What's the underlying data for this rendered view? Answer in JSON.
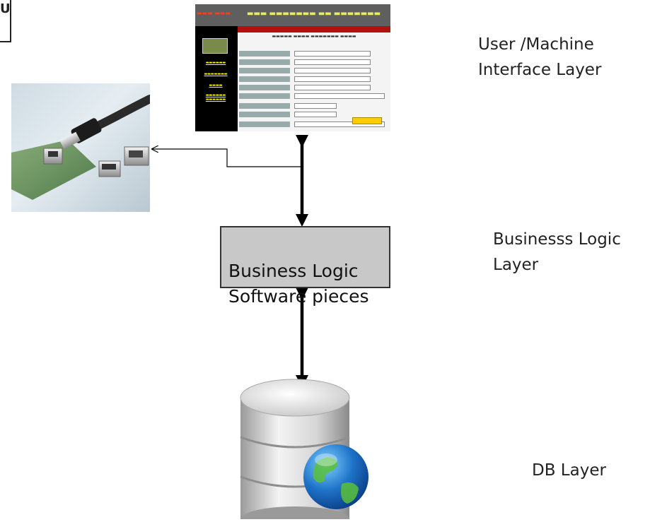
{
  "layers": {
    "ui": "User /Machine\nInterface Layer",
    "business": "Businesss Logic\nLayer",
    "db": "DB Layer"
  },
  "business_box": {
    "text": "Business Logic\nSoftware pieces"
  },
  "corner_glyph": "U",
  "colors": {
    "box_fill": "#c8c8c8",
    "arrow": "#000000",
    "screenshot_header": "#5f5f5f",
    "screenshot_bar": "#b01010",
    "globe": "#1e73c8"
  },
  "icons": [
    "connector-photo-icon",
    "database-icon",
    "globe-icon"
  ]
}
